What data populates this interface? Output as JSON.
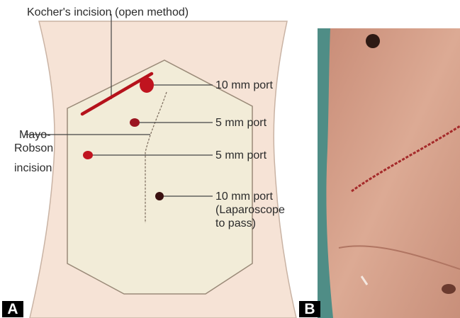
{
  "panels": [
    {
      "letter": "A"
    },
    {
      "letter": "B"
    }
  ],
  "labels": {
    "kocher": "Kocher's incision (open method)",
    "mayo_line1": "Mayo-",
    "mayo_line2": "Robson",
    "mayo_line3": "incision",
    "port_10mm": "10 mm port",
    "port_5mm_a": "5 mm port",
    "port_5mm_b": "5 mm port",
    "port_10mm_scope_line1": "10 mm port",
    "port_10mm_scope_line2": "(Laparoscope",
    "port_10mm_scope_line3": "to pass)"
  },
  "colors": {
    "skin": "#f6e3d6",
    "field": "#f2ecd8",
    "incision": "#b5121b",
    "port_dark": "#3a1010",
    "drape": "#4f8d86",
    "photo_skin": "#d9a48d"
  }
}
